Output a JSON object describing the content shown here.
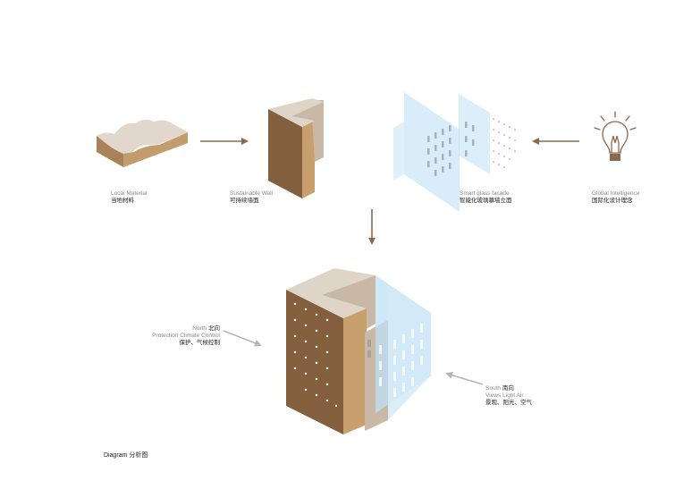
{
  "colors": {
    "earth_top": "#e2d7cc",
    "earth_side": "#c29c6c",
    "earth_dark": "#a9825a",
    "wall_front": "#845f3e",
    "wall_side": "#c7a06d",
    "wall_top": "#dfd4c8",
    "wall_inner": "#c9b8a5",
    "glass": "#bfe0f5",
    "arrow": "#8a6a4e",
    "arrow_grey": "#b5b5b5",
    "text_grey": "#8a8a8a",
    "text_dark": "#222222"
  },
  "labels": {
    "local_material": {
      "en": "Local Material",
      "cn": "当地材料"
    },
    "sustainable_wall": {
      "en": "Sustainable Wall",
      "cn": "可持续墙面"
    },
    "smart_glass": {
      "en": "Smart glass facade",
      "cn": "智能化玻璃幕墙立面"
    },
    "global_intelligence": {
      "en": "Global Intelligence",
      "cn": "国际化设计理念"
    },
    "north": {
      "en": "North",
      "cn": "北向",
      "line2": "Protection Climate Control",
      "line3": "保护、气候控制"
    },
    "south": {
      "en": "South",
      "cn": "南向",
      "line2": "Views Light Air",
      "line3": "景观、阳光、空气"
    }
  },
  "diagram": {
    "en": "Diagram",
    "cn": "分析图"
  },
  "icons": [
    "lightbulb-icon",
    "arrow-right-icon",
    "arrow-left-icon",
    "arrow-down-icon"
  ]
}
